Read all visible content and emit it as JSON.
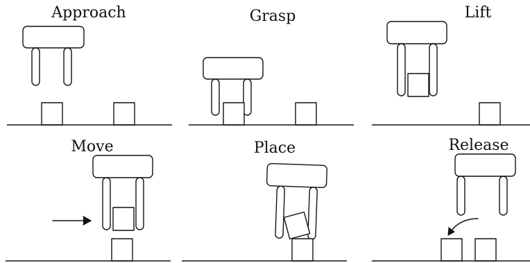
{
  "figure": {
    "panels": [
      {
        "id": "approach",
        "title": "Approach"
      },
      {
        "id": "grasp",
        "title": "Grasp"
      },
      {
        "id": "lift",
        "title": "Lift"
      },
      {
        "id": "move",
        "title": "Move"
      },
      {
        "id": "place",
        "title": "Place"
      },
      {
        "id": "release",
        "title": "Release"
      }
    ]
  },
  "colors": {
    "line": "#111111",
    "background": "#ffffff"
  }
}
